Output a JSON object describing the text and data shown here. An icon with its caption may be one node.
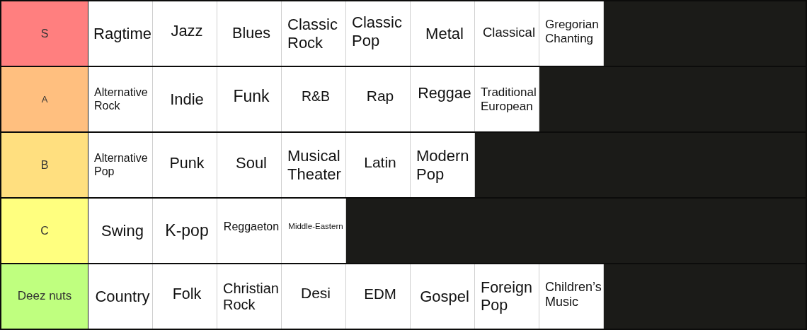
{
  "diagram": {
    "nodes": [
      {
        "text": [],
        "shape": "band"
      },
      {
        "text": [
          "S"
        ],
        "in": 0
      },
      {
        "text": [
          "Ragtime"
        ],
        "in": 0
      },
      {
        "text": [
          "Jazz"
        ],
        "in": 0
      },
      {
        "text": [
          "Blues"
        ],
        "in": 0
      },
      {
        "text": [
          "Classic Rock"
        ],
        "in": 0
      },
      {
        "text": [
          "Classic Pop"
        ],
        "in": 0
      },
      {
        "text": [
          "Metal"
        ],
        "in": 0
      },
      {
        "text": [
          "Classical"
        ],
        "in": 0
      },
      {
        "text": [
          "Gregorian Chanting"
        ],
        "in": 0
      },
      {
        "text": [],
        "shape": "band"
      },
      {
        "text": [
          "A"
        ],
        "in": 10
      },
      {
        "text": [
          "Alternative Rock"
        ],
        "in": 10
      },
      {
        "text": [
          "Indie"
        ],
        "in": 10
      },
      {
        "text": [
          "Funk"
        ],
        "in": 10
      },
      {
        "text": [
          "R&B"
        ],
        "in": 10
      },
      {
        "text": [
          "Rap"
        ],
        "in": 10
      },
      {
        "text": [
          "Reggae"
        ],
        "in": 10
      },
      {
        "text": [
          "Traditional European"
        ],
        "in": 10
      },
      {
        "text": [],
        "shape": "band"
      },
      {
        "text": [
          "B"
        ],
        "in": 19
      },
      {
        "text": [
          "Alternative Pop"
        ],
        "in": 19
      },
      {
        "text": [
          "Punk"
        ],
        "in": 19
      },
      {
        "text": [
          "Soul"
        ],
        "in": 19
      },
      {
        "text": [
          "Musical Theater"
        ],
        "in": 19
      },
      {
        "text": [
          "Latin"
        ],
        "in": 19
      },
      {
        "text": [
          "Modern Pop"
        ],
        "in": 19
      },
      {
        "text": [],
        "shape": "band"
      },
      {
        "text": [
          "C"
        ],
        "in": 27
      },
      {
        "text": [
          "Swing"
        ],
        "in": 27
      },
      {
        "text": [
          "K-pop"
        ],
        "in": 27
      },
      {
        "text": [
          "Reggaeton"
        ],
        "in": 27
      },
      {
        "text": [
          "Middle-Eastern"
        ],
        "in": 27
      },
      {
        "text": [],
        "shape": "band"
      },
      {
        "text": [
          "Deez nuts"
        ],
        "in": 33
      },
      {
        "text": [
          "Country"
        ],
        "in": 33
      },
      {
        "text": [
          "Folk"
        ],
        "in": 33
      },
      {
        "text": [
          "Christian Rock"
        ],
        "in": 33
      },
      {
        "text": [
          "Desi"
        ],
        "in": 33
      },
      {
        "text": [
          "EDM"
        ],
        "in": 33
      },
      {
        "text": [
          "Gospel"
        ],
        "in": 33
      },
      {
        "text": [
          "Foreign Pop"
        ],
        "in": 33
      },
      {
        "text": [
          "Children’s Music"
        ],
        "in": 33
      }
    ]
  }
}
